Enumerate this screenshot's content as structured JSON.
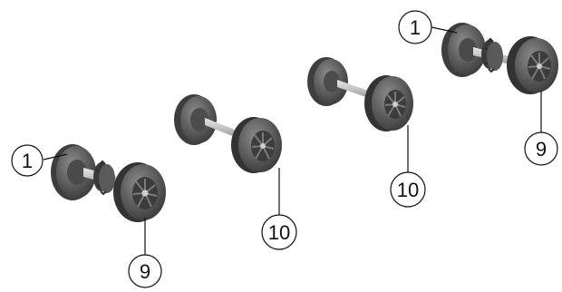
{
  "figure": {
    "parts": [
      {
        "id": "wheelset-geared-left",
        "kind": "wheelset-with-gear"
      },
      {
        "id": "wheelset-plain-center-left",
        "kind": "wheelset-plain"
      },
      {
        "id": "wheelset-plain-center-right",
        "kind": "wheelset-plain"
      },
      {
        "id": "wheelset-geared-right",
        "kind": "wheelset-with-gear"
      }
    ],
    "callouts": {
      "left_part": "1",
      "left_wheel": "9",
      "center_left_wheel": "10",
      "center_right_wheel": "10",
      "right_part": "1",
      "right_wheel": "9"
    },
    "colors": {
      "wheel_dark": "#4a4a4a",
      "wheel_mid": "#6a6a6a",
      "wheel_light": "#8c8c8c",
      "axle": "#c8c8c8",
      "line": "#111111"
    }
  }
}
